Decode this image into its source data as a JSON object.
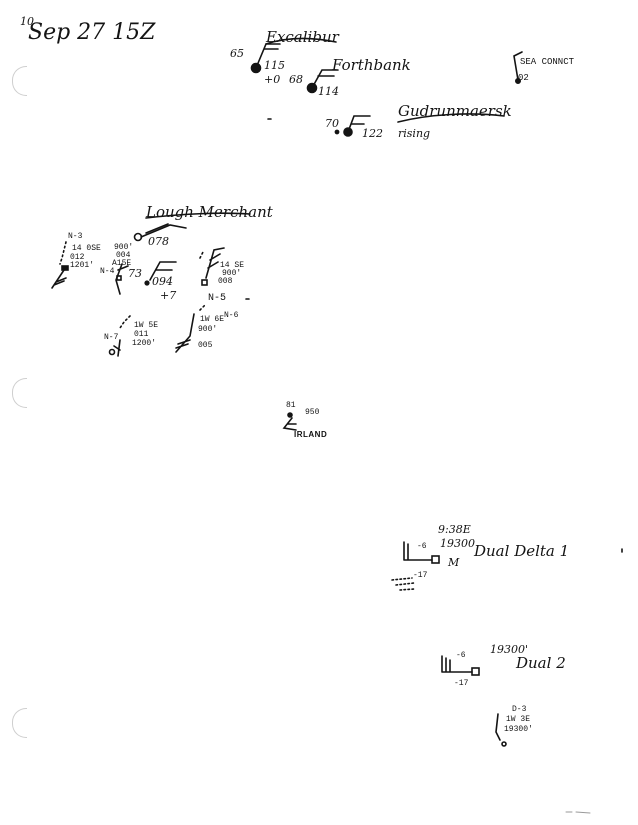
{
  "header": {
    "index_mark": "10",
    "date": "Sep 27 15Z"
  },
  "colors": {
    "ink": "#141414",
    "paper": "#ffffff",
    "punch_hole": "#cfcfcf"
  },
  "stations": {
    "excalibur": {
      "name": "Excalibur",
      "temp": "65",
      "pressure": "115",
      "tendency": "+0"
    },
    "forthbank": {
      "name": "Forthbank",
      "temp": "68",
      "pressure": "114"
    },
    "gudrunmaersk": {
      "name": "Gudrunmaersk",
      "temp": "70",
      "pressure": "122",
      "note": "rising"
    },
    "sea_connect": {
      "name": "SEA CONNCT",
      "value": "02"
    },
    "lough_merchant": {
      "name": "Lough Merchant",
      "pressure": "078",
      "temp": "73",
      "value": "094",
      "tendency": "+7"
    },
    "n3": {
      "label": "N-3",
      "bearing": "14 0SE",
      "line2": "012",
      "line3": "1201'",
      "line4": "900'",
      "line5": "004",
      "line6": "A15E"
    },
    "n4": {
      "label": "N-4"
    },
    "n5": {
      "label": "N-5",
      "bearing": "14 SE",
      "value": "900'",
      "code": "008"
    },
    "n6": {
      "label": "N-6",
      "bearing": "1W 6E",
      "value": "900'",
      "code": "005"
    },
    "n7": {
      "label": "N-7",
      "bearing": "1W 5E",
      "line2": "011",
      "line3": "1200'"
    },
    "irland": {
      "name": "IRLAND",
      "temp": "81",
      "value": "950"
    },
    "dual_delta_1": {
      "name": "Dual Delta 1",
      "time": "9:38E",
      "alt": "19300",
      "minus6": "-6",
      "minus17": "-17",
      "m": "M"
    },
    "dual_2": {
      "name": "Dual 2",
      "alt": "19300'",
      "minus6": "-6",
      "minus17": "-17"
    },
    "d3": {
      "label": "D-3",
      "bearing": "1W 3E",
      "alt": "19300'"
    }
  }
}
